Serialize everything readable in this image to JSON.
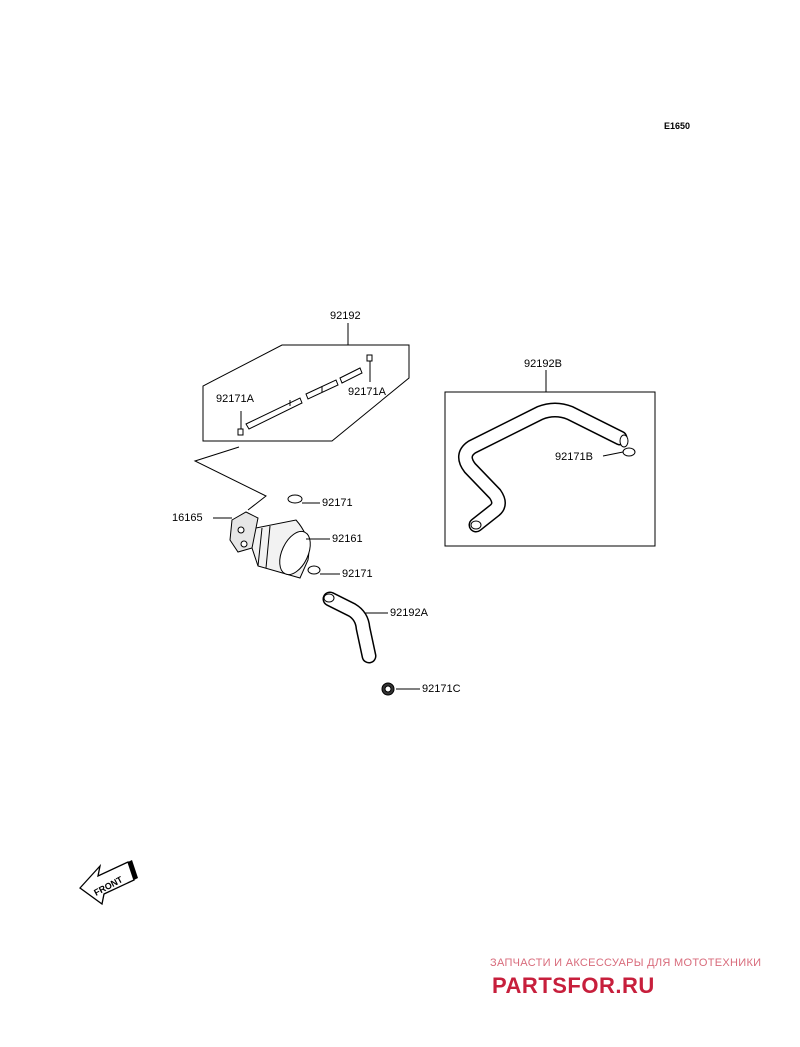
{
  "diagram": {
    "code": "E1650",
    "labels": {
      "p92192": "92192",
      "p92171A_left": "92171A",
      "p92171A_right": "92171A",
      "p92192B": "92192B",
      "p92171B": "92171B",
      "p16165": "16165",
      "p92171_top": "92171",
      "p92161": "92161",
      "p92171_bottom": "92171",
      "p92192A": "92192A",
      "p92171C": "92171C"
    },
    "front_arrow": "FRONT"
  },
  "watermark": {
    "tagline": "ЗАПЧАСТИ И АКСЕССУАРЫ ДЛЯ МОТОТЕХНИКИ",
    "brand": "PARTSFOR.RU",
    "brand_color": "#c71f3c"
  }
}
